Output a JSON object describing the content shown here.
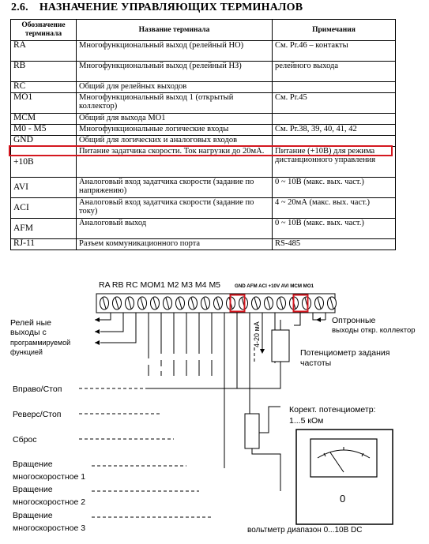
{
  "section": {
    "number": "2.6.",
    "title": "НАЗНАЧЕНИЕ УПРАВЛЯЮЩИХ ТЕРМИНАЛОВ"
  },
  "table": {
    "headers": {
      "code": "Обозначение терминала",
      "name": "Название  терминала",
      "note": "Примечания"
    },
    "rows": [
      {
        "code": "RA",
        "name": "Многофункциональный выход (релейный НО)",
        "note": "См. Pr.46 – контакты"
      },
      {
        "code": "RB",
        "name": "Многофункциональный выход (релейный НЗ)",
        "note": "релейного выхода"
      },
      {
        "code": "RC",
        "name": "Общий для релейных выходов",
        "note": ""
      },
      {
        "code": "MO1",
        "name": "Многофункциональный выход 1 (открытый коллектор)",
        "note": "См. Pr.45"
      },
      {
        "code": "MCM",
        "name": "Общий для выхода  MO1",
        "note": ""
      },
      {
        "code": "M0 -  M5",
        "name": "Многофункциональные логические входы",
        "note": "См. Pr.38, 39, 40, 41, 42"
      },
      {
        "code": "GND",
        "name": "Общий для логических и аналоговых входов",
        "note": ""
      },
      {
        "code": "+10В",
        "name": "Питание задатчика скорости. Ток нагрузки до 20мА.",
        "note": "Питание (+10В) для режима дистанционного управления"
      },
      {
        "code": "AVI",
        "name": "Аналоговый вход задатчика скорости (задание по напряжению)",
        "note": "0 ~ 10В     (макс. вых. част.)"
      },
      {
        "code": "ACI",
        "name": "Аналоговый вход задатчика скорости (задание по току)",
        "note": "4 ~ 20мА   (макс. вых. част.)"
      },
      {
        "code": "AFM",
        "name": "Аналоговый выход",
        "note": "0 ~ 10В     (макс. вых. част.)"
      },
      {
        "code": "RJ-11",
        "name": "Разъем коммуникационного порта",
        "note": "RS-485"
      }
    ]
  },
  "diagram": {
    "terminal_labels_main": "RA RB RC MOM1 M2 M3  M4 M5",
    "terminal_labels_small": "GND AFM ACI +10V AVI MCM MO1",
    "relay_outputs": [
      "Релей ные",
      "выходы с",
      "программируемой",
      "функцией"
    ],
    "optron_outputs": [
      "Оптронные",
      "выходы откр. коллектор"
    ],
    "current_label": "4-20 мА",
    "pot_freq": [
      "Потенциометр задания",
      "частоты"
    ],
    "pot_corr": [
      "Корект. потенциометр:",
      "1...5 кОм"
    ],
    "input_functions": [
      "Вправо/Стоп",
      "Реверс/Стоп",
      "Сброс",
      "Вращение",
      "многоскоростное 1",
      "Вращение",
      "многоскоростное 2",
      "Вращение",
      "многоскоростное 3"
    ],
    "meter_zero": "0",
    "voltmeter_label": "вольтметр диапазон 0...10В DC"
  },
  "colors": {
    "highlight": "#d4171f",
    "ink": "#000000"
  }
}
